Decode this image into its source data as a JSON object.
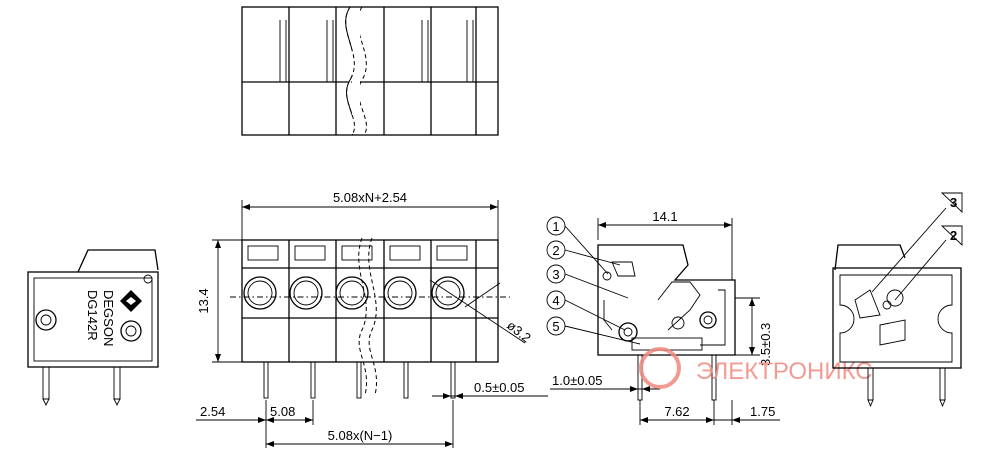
{
  "dimensions": {
    "overall_width": "5.08xN+2.54",
    "height": "13.4",
    "hole_diameter": "ø3.2",
    "pin_offset": "2.54",
    "pitch": "5.08",
    "span": "5.08x(N−1)",
    "pin_width": "0.5±0.05",
    "side_width": "14.1",
    "side_pin": "1.0±0.05",
    "pin_spacing": "7.62",
    "pin_edge": "1.75",
    "pin_height": "3.5±0.3"
  },
  "callouts": [
    "1",
    "2",
    "3",
    "4",
    "5"
  ],
  "flags": [
    "3",
    "2"
  ],
  "label": {
    "brand": "DEGSON",
    "model": "DG142R"
  },
  "watermark": {
    "brand": "ЭЛЕКТРОНИКС",
    "color": "#f08a80"
  }
}
